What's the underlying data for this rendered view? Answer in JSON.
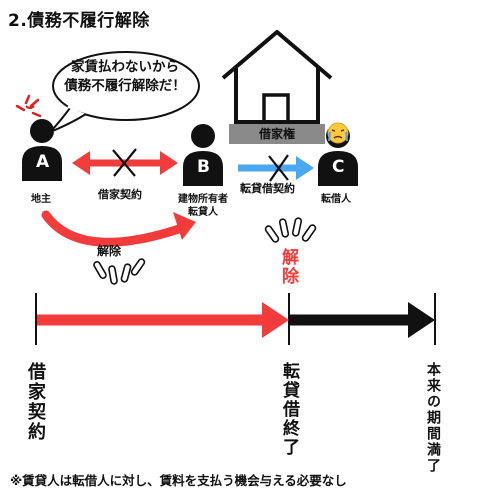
{
  "title": "2.債務不履行解除",
  "speech_bubble": {
    "line1": "家賃払わないから",
    "line2": "債務不履行解除だ！"
  },
  "parties": {
    "a": {
      "letter": "A",
      "label": "地主"
    },
    "b": {
      "letter": "B",
      "label_line1": "建物所有者",
      "label_line2": "転貸人"
    },
    "c": {
      "letter": "C",
      "label": "転借人"
    }
  },
  "house_label": "借家権",
  "relations": {
    "a_b": "借家契約",
    "b_c": "転貸借契約"
  },
  "cancel_label": "解除",
  "cancel_vertical": "解除",
  "timeline": {
    "start_label": "借家契約",
    "middle_label": "転貸借終了",
    "end_label": "本来の期間満了"
  },
  "footnote": "※賃貸人は転借人に対し、賃料を支払う機会与える必要なし",
  "colors": {
    "red": "#f23c3c",
    "blue": "#4aa8f0",
    "black": "#111111",
    "gray": "#8a8a8a"
  }
}
